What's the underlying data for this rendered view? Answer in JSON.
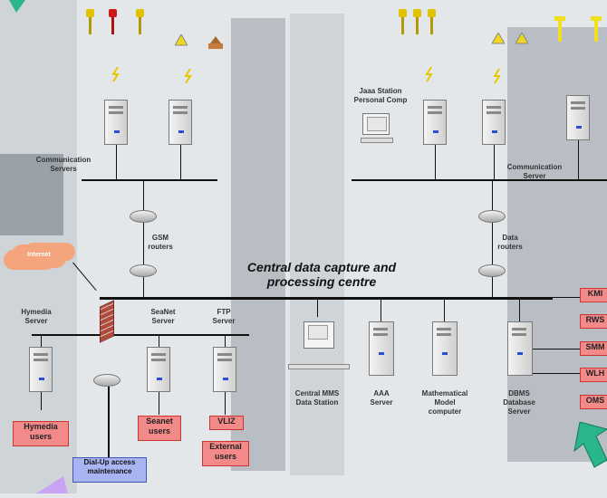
{
  "title_lines": [
    "Central data capture and",
    "processing centre"
  ],
  "nodes": {
    "communication_servers_left": [
      "Communication",
      "Servers"
    ],
    "communication_server_right": [
      "Communication",
      "Server"
    ],
    "personal_server": [
      "Jaaa Station",
      "Personal Comp"
    ],
    "gsm_routers": [
      "GSM",
      "routers"
    ],
    "data_routers": [
      "Data",
      "routers"
    ],
    "hymedia_server": [
      "Hymedia",
      "Server"
    ],
    "seanet_server": [
      "SeaNet",
      "Server"
    ],
    "ftp_server": [
      "FTP",
      "Server"
    ],
    "central_db_station": [
      "Central MMS",
      "Data Station"
    ],
    "aaa_server": [
      "AAA",
      "Server"
    ],
    "math_model_computer": [
      "Mathematical",
      "Model",
      "computer"
    ],
    "dbms_server": [
      "DBMS",
      "Database",
      "Server"
    ],
    "internet": "Internet"
  },
  "external_boxes": [
    "KMI",
    "RWS",
    "SMM",
    "WLH",
    "OMS"
  ],
  "user_boxes": {
    "hymedia_users": [
      "Hymedia",
      "users"
    ],
    "seanet_users": [
      "Seanet",
      "users"
    ],
    "vliz": [
      "VLIZ"
    ],
    "external_users": [
      "External",
      "users"
    ]
  },
  "dialup": [
    "Dial-Up access",
    "maintenance"
  ],
  "colors": {
    "user_box": "#f38a8a",
    "dialup_box": "#a9b4f2",
    "cloud": "#f4a57d",
    "arrow": "#2bb58a"
  }
}
